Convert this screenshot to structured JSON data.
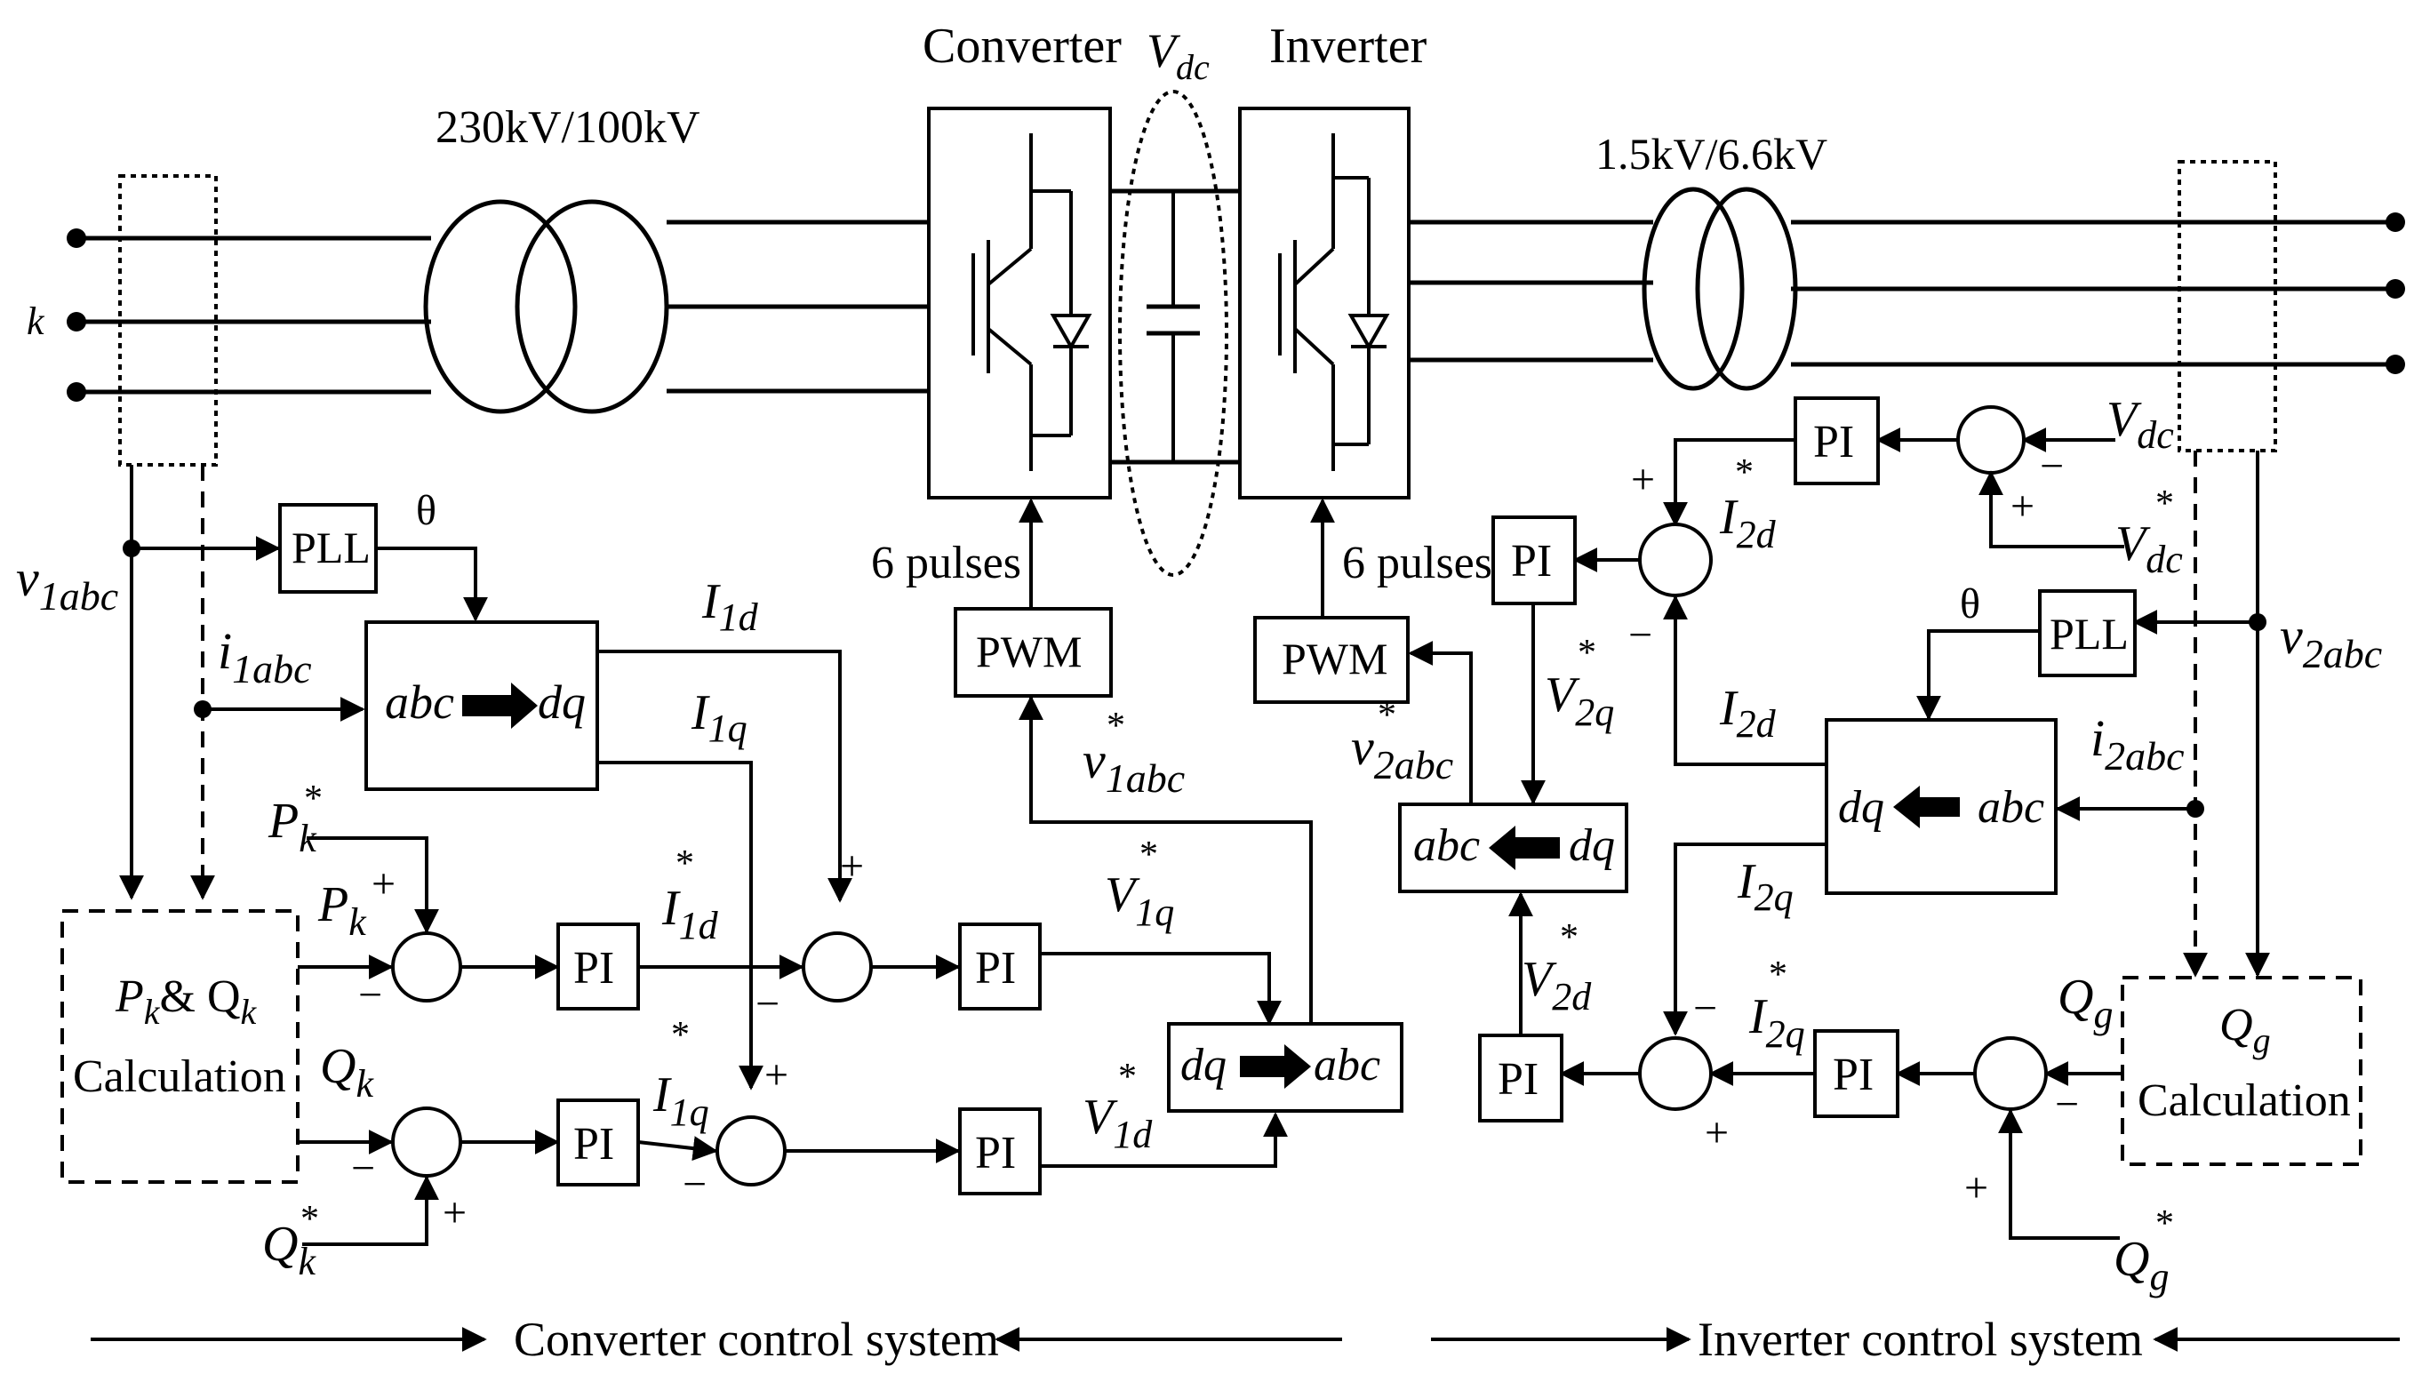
{
  "labels": {
    "converter": "Converter",
    "inverter": "Inverter",
    "vdc_top": "V",
    "vdc_top_sub": "dc",
    "transformer1": "230kV/100kV",
    "transformer2": "1.5kV/6.6kV",
    "bus_k": "k",
    "v1abc": "v",
    "v1abc_sub": "1abc",
    "i1abc": "i",
    "i1abc_sub": "1abc",
    "pll": "PLL",
    "theta": "θ",
    "abc": "abc",
    "dq": "dq",
    "I1d": "I",
    "I1d_sub": "1d",
    "I1q": "I",
    "I1q_sub": "1q",
    "six_pulses": "6 pulses",
    "pwm": "PWM",
    "v1abc_star": "v",
    "v1abc_star_sub": "1abc",
    "star": "*",
    "Pk_star": "P",
    "Pk_star_sub": "k",
    "Pk": "P",
    "Pk_sub": "k",
    "Qk": "Q",
    "Qk_sub": "k",
    "Qk_star": "Q",
    "Qk_star_sub": "k",
    "pi": "PI",
    "I1d_star": "I",
    "I1d_star_sub": "1d",
    "I1q_star": "I",
    "I1q_star_sub": "1q",
    "V1q": "V",
    "V1q_sub": "1q",
    "V1d": "V",
    "V1d_sub": "1d",
    "pkqk_line1_a": "P",
    "pkqk_line1_b": "k",
    "pkqk_line1_c": "& Q",
    "pkqk_line1_d": "k",
    "calculation": "Calculation",
    "plus": "+",
    "minus": "−",
    "Vdc_right": "V",
    "Vdc_right_sub": "dc",
    "Vdc_star": "V",
    "Vdc_star_sub": "dc",
    "I2d_star": "I",
    "I2d_star_sub": "2d",
    "v2abc": "v",
    "v2abc_sub": "2abc",
    "V2q_star": "V",
    "V2q_star_sub": "2q",
    "v2abc_star": "v",
    "v2abc_star_sub": "2abc",
    "I2d": "I",
    "I2d_sub": "2d",
    "i2abc": "i",
    "i2abc_sub": "2abc",
    "I2q": "I",
    "I2q_sub": "2q",
    "V2d_star": "V",
    "V2d_star_sub": "2d",
    "I2q_star": "I",
    "I2q_star_sub": "2q",
    "Qg": "Q",
    "Qg_sub": "g",
    "Qg_star": "Q",
    "Qg_star_sub": "g",
    "qg_calc_a": "Q",
    "qg_calc_b": "g",
    "converter_control": "Converter control system",
    "inverter_control": "Inverter control system"
  }
}
